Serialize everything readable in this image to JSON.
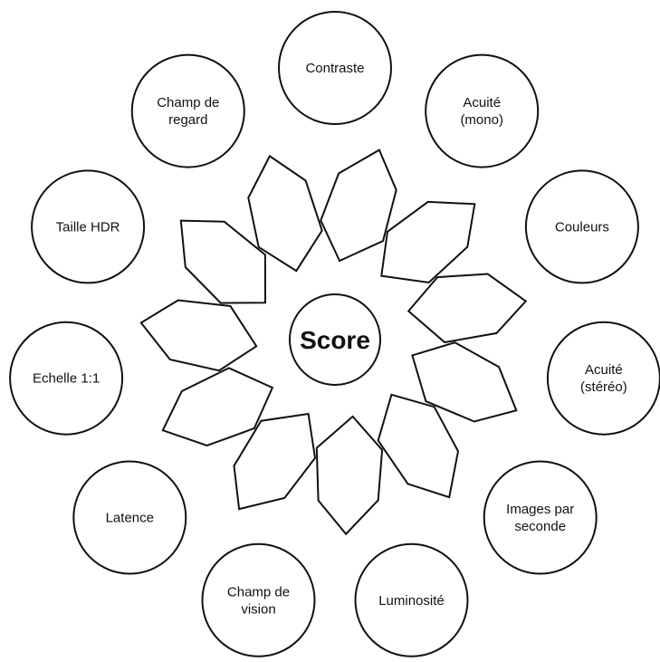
{
  "center": {
    "label": "Score"
  },
  "nodes": [
    {
      "id": "contraste",
      "lines": [
        "Contraste"
      ]
    },
    {
      "id": "acuite-mono",
      "lines": [
        "Acuité",
        "(mono)"
      ]
    },
    {
      "id": "couleurs",
      "lines": [
        "Couleurs"
      ]
    },
    {
      "id": "acuite-stereo",
      "lines": [
        "Acuité",
        "(stéréo)"
      ]
    },
    {
      "id": "images-par-seconde",
      "lines": [
        "Images par",
        "seconde"
      ]
    },
    {
      "id": "luminosite",
      "lines": [
        "Luminosité"
      ]
    },
    {
      "id": "champ-de-vision",
      "lines": [
        "Champ de",
        "vision"
      ]
    },
    {
      "id": "latence",
      "lines": [
        "Latence"
      ]
    },
    {
      "id": "echelle",
      "lines": [
        "Echelle 1:1"
      ]
    },
    {
      "id": "taille-hdr",
      "lines": [
        "Taille HDR"
      ]
    },
    {
      "id": "champ-de-regard",
      "lines": [
        "Champ de",
        "regard"
      ]
    }
  ],
  "colors": {
    "stroke": "#111111",
    "fill": "#ffffff",
    "text": "#111111"
  }
}
